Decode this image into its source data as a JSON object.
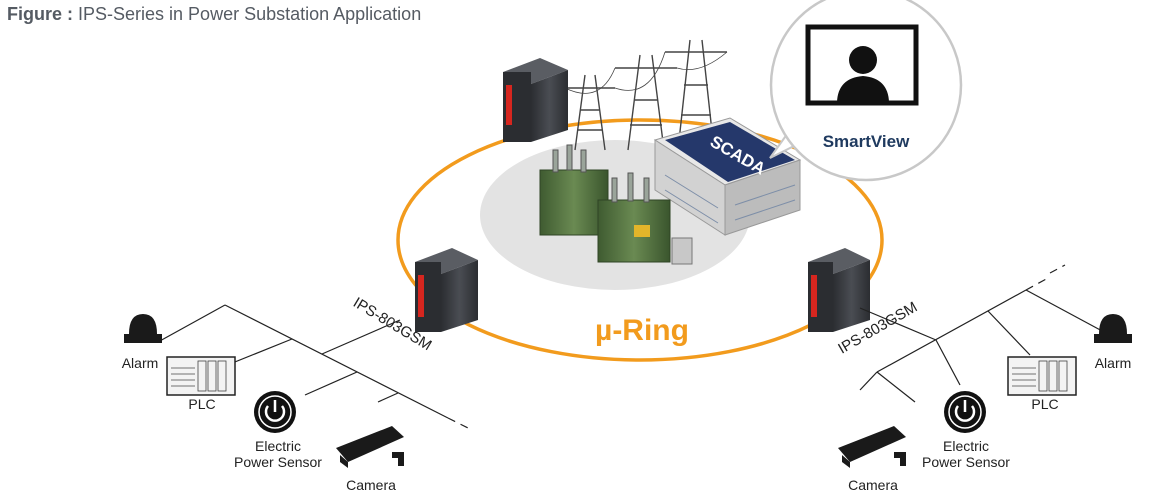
{
  "caption": {
    "prefix": "Figure :",
    "title": "IPS-Series in Power Substation Application"
  },
  "ring": {
    "label": "µ-Ring",
    "color": "#F29B1D"
  },
  "center": {
    "building_label": "SCADA"
  },
  "monitor": {
    "label": "SmartView",
    "label_color": "#1F3A5F"
  },
  "switches": {
    "left_label": "IPS-803GSM",
    "right_label": "IPS-803GSM"
  },
  "left_devices": {
    "alarm": "Alarm",
    "plc": "PLC",
    "sensor_line1": "Electric",
    "sensor_line2": "Power Sensor",
    "camera": "Camera"
  },
  "right_devices": {
    "alarm": "Alarm",
    "plc": "PLC",
    "sensor_line1": "Electric",
    "sensor_line2": "Power Sensor",
    "camera": "Camera"
  },
  "colors": {
    "switch_body": "#3a3d42",
    "switch_ports": "#d6261f",
    "transformer": "#4b6b3a",
    "building_roof": "#25386b"
  }
}
